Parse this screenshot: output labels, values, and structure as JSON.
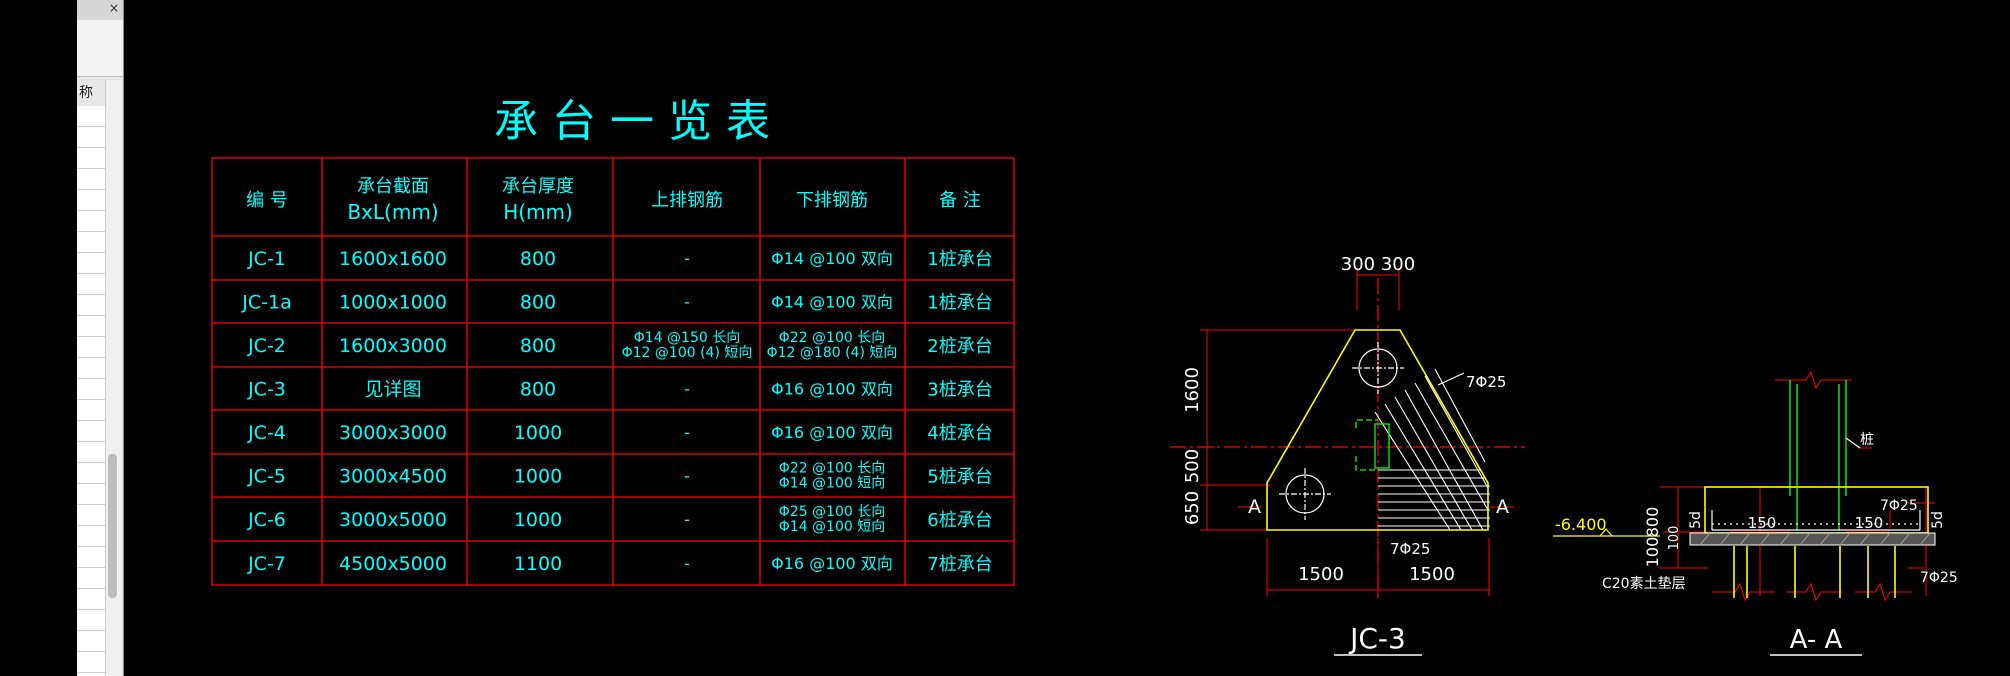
{
  "side_panel": {
    "close_label": "×",
    "column_header": "称"
  },
  "table": {
    "title": "承 台 一 览 表",
    "headers": {
      "id": "编 号",
      "section_cn": "承台截面",
      "section_unit": "BxL(mm)",
      "thick_cn": "承台厚度",
      "thick_unit": "H(mm)",
      "top_rebar": "上排钢筋",
      "bottom_rebar": "下排钢筋",
      "note": "备 注"
    },
    "rows": [
      {
        "id": "JC-1",
        "size": "1600x1600",
        "h": "800",
        "top": [
          "-"
        ],
        "bottom": [
          "Φ14 @100 双向"
        ],
        "note": "1桩承台"
      },
      {
        "id": "JC-1a",
        "size": "1000x1000",
        "h": "800",
        "top": [
          "-"
        ],
        "bottom": [
          "Φ14 @100 双向"
        ],
        "note": "1桩承台"
      },
      {
        "id": "JC-2",
        "size": "1600x3000",
        "h": "800",
        "top": [
          "Φ14 @150 长向",
          "Φ12 @100 (4) 短向"
        ],
        "bottom": [
          "Φ22 @100 长向",
          "Φ12 @180 (4) 短向"
        ],
        "note": "2桩承台"
      },
      {
        "id": "JC-3",
        "size": "见详图",
        "h": "800",
        "top": [
          "-"
        ],
        "bottom": [
          "Φ16 @100 双向"
        ],
        "note": "3桩承台"
      },
      {
        "id": "JC-4",
        "size": "3000x3000",
        "h": "1000",
        "top": [
          "-"
        ],
        "bottom": [
          "Φ16 @100 双向"
        ],
        "note": "4桩承台"
      },
      {
        "id": "JC-5",
        "size": "3000x4500",
        "h": "1000",
        "top": [
          "-"
        ],
        "bottom": [
          "Φ22 @100 长向",
          "Φ14 @100 短向"
        ],
        "note": "5桩承台"
      },
      {
        "id": "JC-6",
        "size": "3000x5000",
        "h": "1000",
        "top": [
          "-"
        ],
        "bottom": [
          "Φ25 @100 长向",
          "Φ14 @100 短向"
        ],
        "note": "6桩承台"
      },
      {
        "id": "JC-7",
        "size": "4500x5000",
        "h": "1100",
        "top": [
          "-"
        ],
        "bottom": [
          "Φ16 @100 双向"
        ],
        "note": "7桩承台"
      }
    ]
  },
  "plan": {
    "title": "JC-3",
    "dim_top": "300 300",
    "dim_1600": "1600",
    "dim_500": "500",
    "dim_650": "650",
    "dim_1500_left": "1500",
    "dim_1500_right": "1500",
    "rebar_label_1": "7Φ25",
    "rebar_label_2": "7Φ25",
    "section_mark": "A"
  },
  "section": {
    "title": "A- A",
    "elev": "-6.400",
    "col_label": "桩",
    "d800": "800",
    "d100": "100",
    "d100b": "100",
    "d5d_l": "5d",
    "d5d_r": "5d",
    "d150_l": "150",
    "d150_r": "150",
    "rebar_top": "7Φ25",
    "rebar_bottom": "7Φ25",
    "pad_label": "C20素土垫层"
  },
  "colors": {
    "background": "#000000",
    "table_lines": "#ff0000",
    "text": "#00ffff",
    "outline": "#ffff00",
    "dims": "#ff0000",
    "labels": "#ffffff",
    "section_green": "#00ff00"
  }
}
